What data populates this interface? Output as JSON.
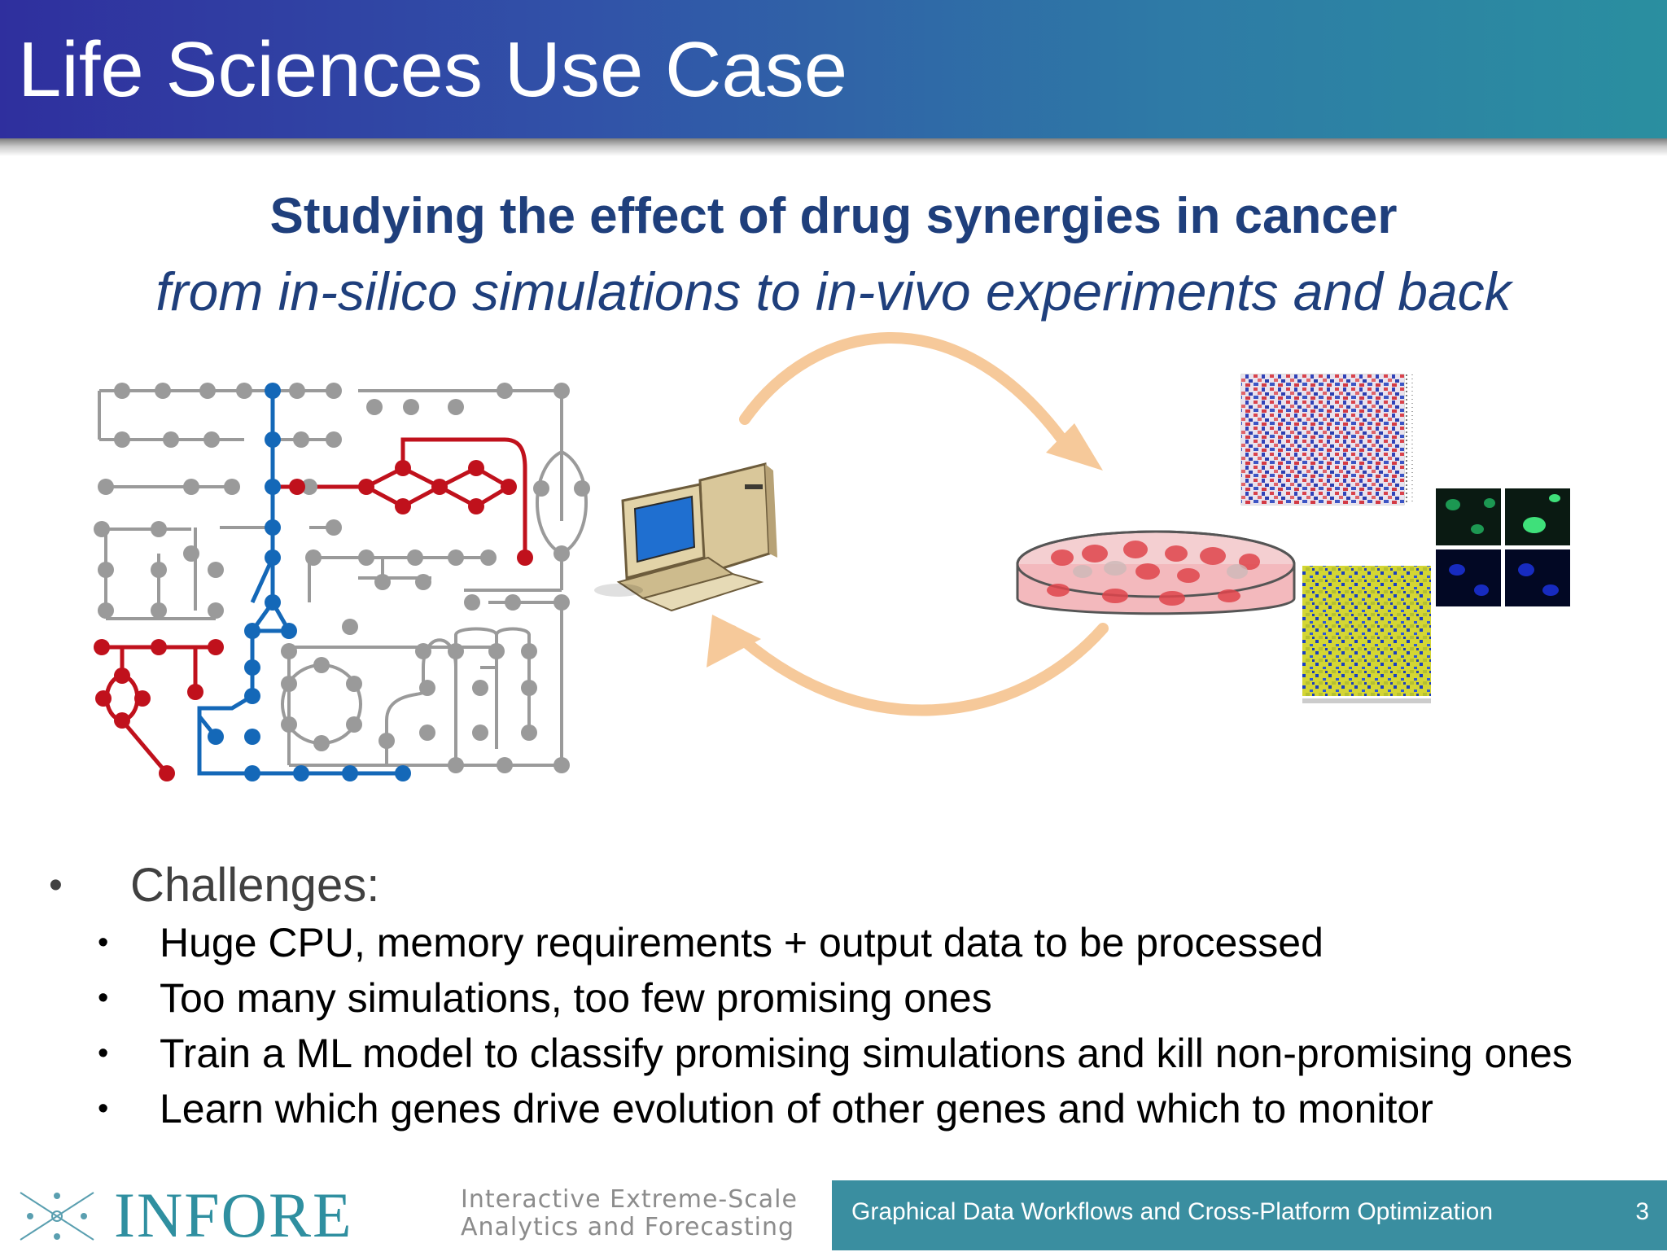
{
  "slide": {
    "title": "Life Sciences Use Case",
    "subtitle_bold": "Studying the effect of drug synergies in cancer",
    "subtitle_italic": "from in-silico simulations to in-vivo experiments and back",
    "bullets": {
      "main": "Challenges:",
      "items": [
        "Huge CPU, memory requirements + output data to be processed",
        "Too many simulations, too few promising ones",
        "Train a ML model to classify promising simulations and kill non-promising ones",
        "Learn which genes drive evolution of other genes and which to monitor"
      ]
    }
  },
  "footer": {
    "logo_name": "INFORE",
    "tagline_line1": "Interactive Extreme-Scale",
    "tagline_line2": "Analytics and Forecasting",
    "center_text": "Graphical Data Workflows  and Cross-Platform Optimization",
    "page_number": "3"
  },
  "colors": {
    "title_bar_start": "#2f2f9e",
    "title_bar_end": "#2a8fa0",
    "subtitle": "#1f3f7c",
    "network_gray": "#9a9a9a",
    "network_red": "#c0111c",
    "network_blue": "#1468b8",
    "arrow": "#f6c99a",
    "footer_bar": "#3a8ea0"
  },
  "icons": [
    "network-graph-icon",
    "computer-icon",
    "petri-dish-icon",
    "heatmap-icon",
    "microscopy-icon",
    "cycle-arrow-icon",
    "infore-logo-icon"
  ]
}
